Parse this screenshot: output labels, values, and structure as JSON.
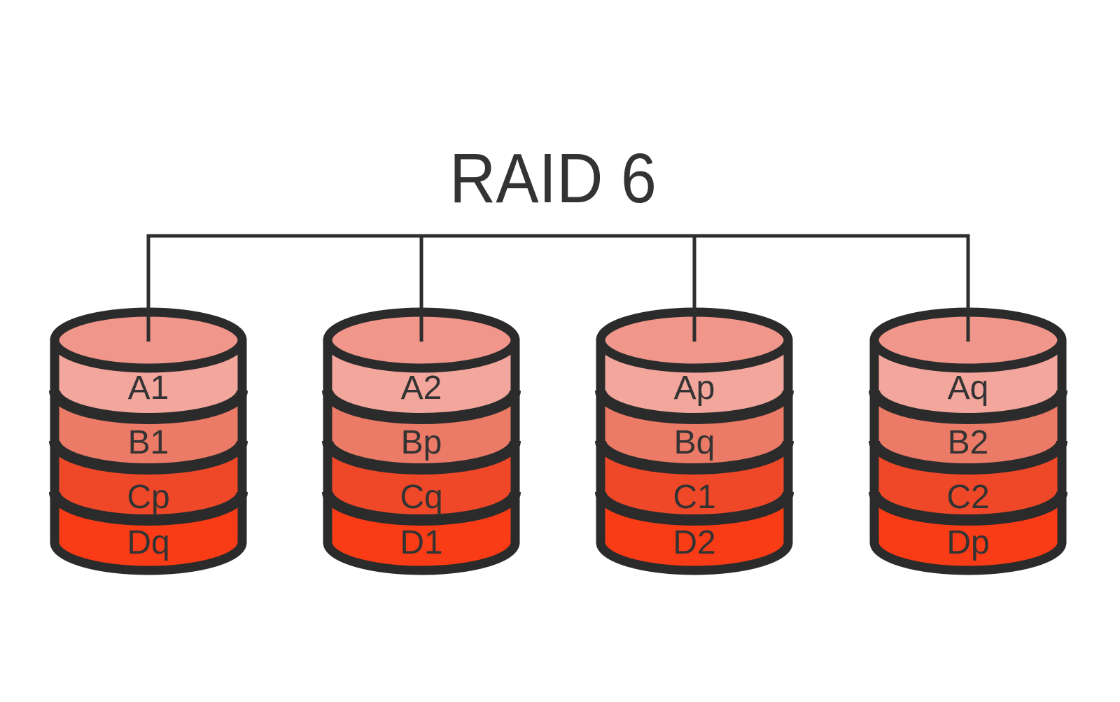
{
  "title": "RAID 6",
  "colors": {
    "background": "#FFFFFF",
    "outline": "#2B2B2B",
    "connector": "#2E2E2E",
    "title_text": "#333333",
    "label_text": "#333333",
    "disk_top": "#F0968A",
    "bands": [
      "#F2A69C",
      "#EB7A66",
      "#EF4828",
      "#F93C15"
    ]
  },
  "disks": [
    {
      "segments": [
        "A1",
        "B1",
        "Cp",
        "Dq"
      ]
    },
    {
      "segments": [
        "A2",
        "Bp",
        "Cq",
        "D1"
      ]
    },
    {
      "segments": [
        "Ap",
        "Bq",
        "C1",
        "D2"
      ]
    },
    {
      "segments": [
        "Aq",
        "B2",
        "C2",
        "Dp"
      ]
    }
  ]
}
